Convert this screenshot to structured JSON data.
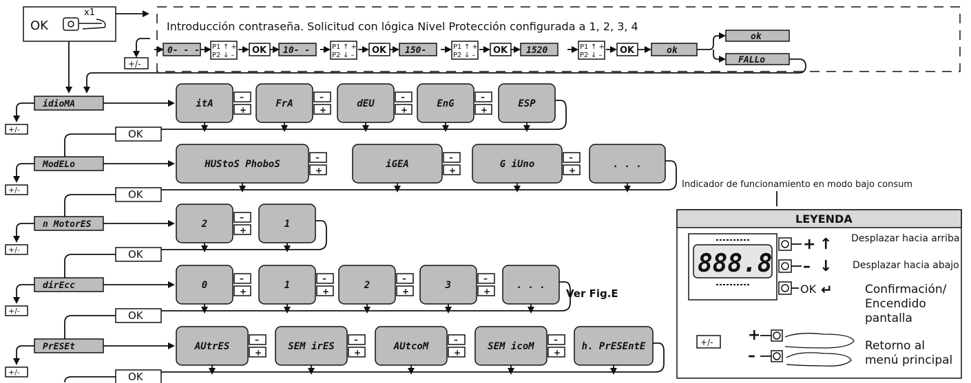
{
  "header": {
    "ok": "OK",
    "x1": "x1",
    "title": "Introducción contraseña. Solicitud con lógica Nivel Protección configurada a 1, 2, 3, 4",
    "pm": "+/-"
  },
  "password": {
    "steps": [
      "0- - -",
      "10- -",
      "150-",
      "1520"
    ],
    "p1": "P1",
    "p2": "P2",
    "ok": "OK",
    "result_box": "ok",
    "result_ok": "ok",
    "result_fail": "FALLo"
  },
  "menus": [
    {
      "label": "idioMA",
      "options": [
        "itA",
        "FrA",
        "dEU",
        "EnG",
        "ESP"
      ],
      "ok": "OK",
      "pm": "+/-"
    },
    {
      "label": "ModELo",
      "options": [
        "HUStoS PhoboS",
        "iGEA",
        "G iUno",
        ". . ."
      ],
      "ok": "OK",
      "pm": "+/-"
    },
    {
      "label": "n MotorES",
      "options": [
        "2",
        "1"
      ],
      "ok": "OK",
      "pm": "+/-"
    },
    {
      "label": "dirEcc",
      "options": [
        "0",
        "1",
        "2",
        "3",
        ". . ."
      ],
      "ok": "OK",
      "pm": "+/-",
      "note": "Ver Fig.E"
    },
    {
      "label": "PrESEt",
      "options": [
        "AUtrES",
        "SEM irES",
        "AUtcoM",
        "SEM icoM",
        "h. PrESEntE"
      ],
      "ok": "OK",
      "pm": "+/-"
    }
  ],
  "nav": {
    "minus": "–",
    "plus": "+"
  },
  "legend": {
    "indicator_note": "Indicador de funcionamiento en modo bajo consum",
    "title": "LEYENDA",
    "display": "888.8",
    "up_label": "Desplazar hacia arriba",
    "down_label": "Desplazar hacia abajo",
    "ok_key": "OK",
    "confirm_l1": "Confirmación/",
    "confirm_l2": "Encendido",
    "confirm_l3": "pantalla",
    "pm": "+/-",
    "back_l1": "Retorno al",
    "back_l2": "menú principal",
    "plus": "+",
    "minus": "–",
    "up_arrow": "↑",
    "down_arrow": "↓",
    "enter_arrow": "↵"
  }
}
